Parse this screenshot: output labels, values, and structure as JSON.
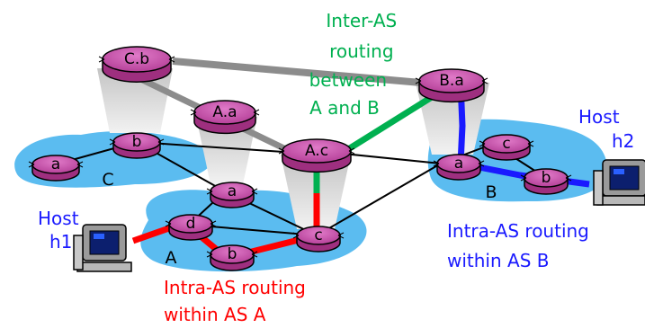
{
  "autonomous_systems": {
    "as_a": {
      "label": "A"
    },
    "as_b": {
      "label": "B"
    },
    "as_c": {
      "label": "C"
    }
  },
  "routers": {
    "c_b": {
      "label": "C.b"
    },
    "a_a": {
      "label": "A.a"
    },
    "a_c": {
      "label": "A.c"
    },
    "b_a": {
      "label": "B.a"
    },
    "c_a_local": {
      "label": "a"
    },
    "c_b_local": {
      "label": "b"
    },
    "a_a_local": {
      "label": "a"
    },
    "a_d_local": {
      "label": "d"
    },
    "a_b_local": {
      "label": "b"
    },
    "a_c_local": {
      "label": "c"
    },
    "b_a_local": {
      "label": "a"
    },
    "b_c_local": {
      "label": "c"
    },
    "b_b_local": {
      "label": "b"
    }
  },
  "hosts": {
    "h1": {
      "line1": "Host",
      "line2": "h1"
    },
    "h2": {
      "line1": "Host",
      "line2": "h2"
    }
  },
  "captions": {
    "inter_as": [
      "Inter-AS",
      "routing",
      "between",
      "A and B"
    ],
    "intra_b": [
      "Intra-AS routing",
      "within AS B"
    ],
    "intra_a": [
      "Intra-AS routing",
      "within AS A"
    ]
  },
  "colors": {
    "as_region": "#5bbcf0",
    "router_fill": "#c54aa6",
    "router_stroke": "#000000",
    "cone": "#d6d6d6",
    "inter_as_link": "#8c8c8c",
    "inter_as_path": "#00b050",
    "intra_a_path": "#ff0000",
    "intra_b_path": "#1a1aff"
  }
}
